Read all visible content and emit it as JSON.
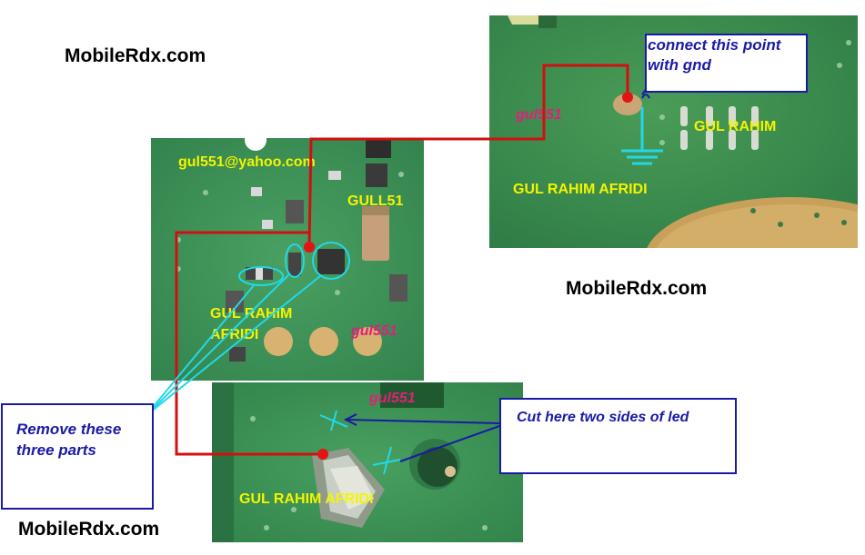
{
  "watermarks": {
    "top_left": "MobileRdx.com",
    "middle_right": "MobileRdx.com",
    "bottom_left": "MobileRdx.com"
  },
  "photo_left": {
    "email": "gul551@yahoo.com",
    "tag": "GULL51",
    "name_line1": "GUL RAHIM",
    "name_line2": "AFRIDI",
    "handle": "gul551"
  },
  "photo_right": {
    "handle": "gul551",
    "name": "GUL RAHIM",
    "full_name": "GUL RAHIM AFRIDI"
  },
  "photo_bottom": {
    "handle": "gul551",
    "full_name": "GUL RAHIM AFRIDI"
  },
  "callouts": {
    "remove": "Remove these three parts",
    "remove_line1": "Remove these",
    "remove_line2": "three parts",
    "gnd_line1": "connect this point",
    "gnd_line2": "with gnd",
    "cut": "Cut here two sides of led"
  },
  "colors": {
    "pcb_green": "#3e9a5a",
    "annotation_red": "#d01010",
    "annotation_cyan": "#22d8e8",
    "annotation_blue": "#1a1aa6",
    "label_yellow": "#f4f400",
    "label_pink": "#e0207a"
  }
}
